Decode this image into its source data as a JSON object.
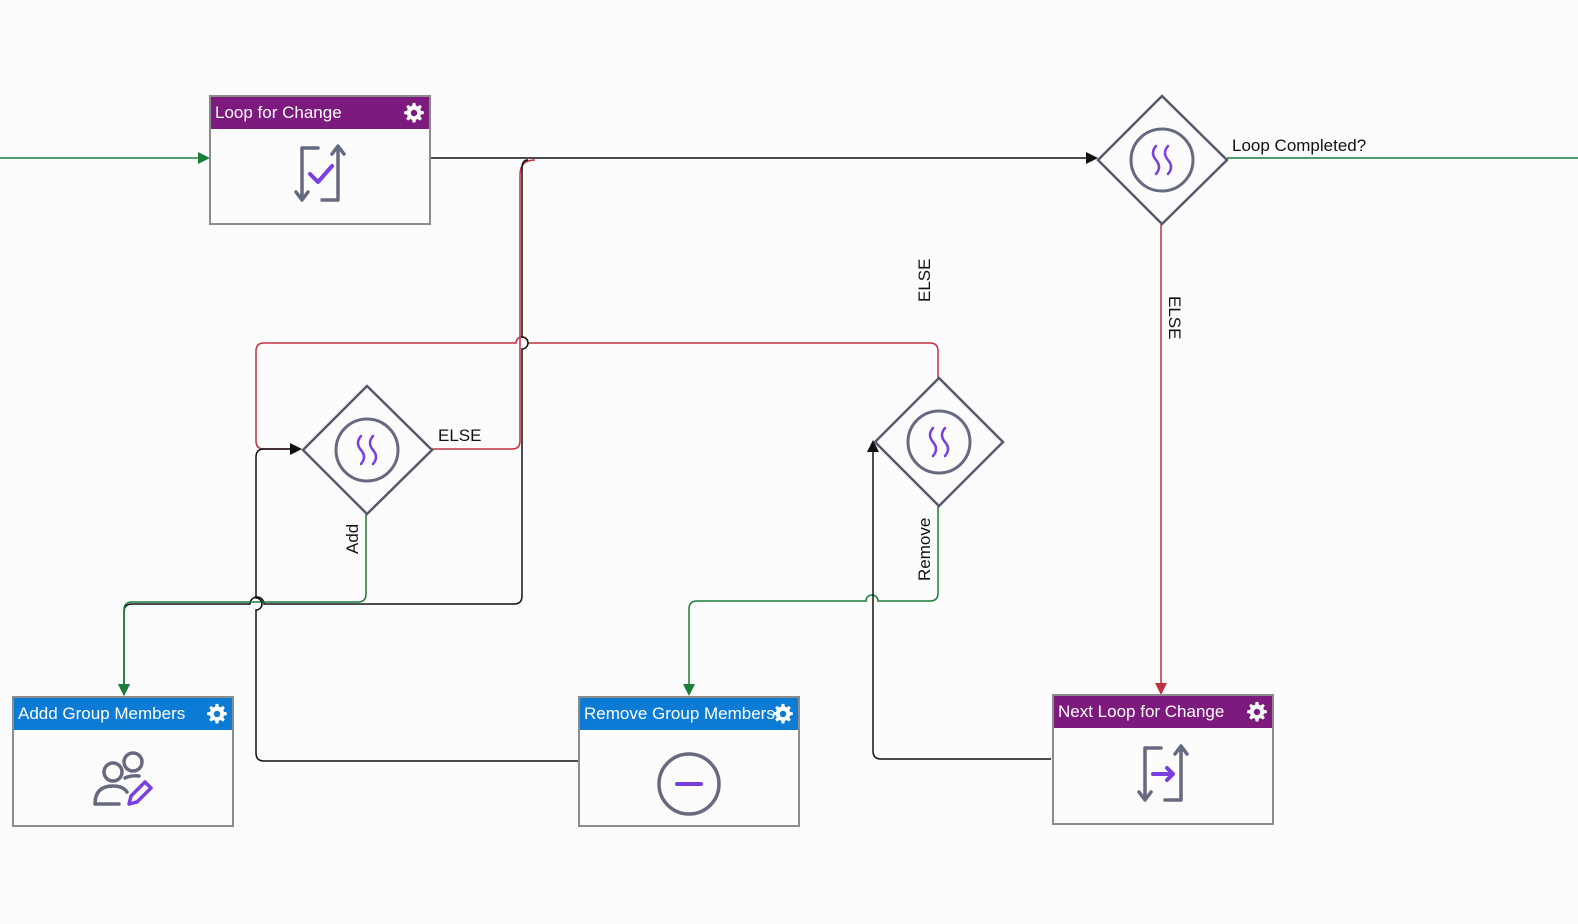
{
  "colors": {
    "purple_header": "#7d1a7d",
    "blue_header": "#0c7bd6",
    "green_line": "#1a7d3a",
    "red_line": "#c03040",
    "black_line": "#111111",
    "icon_gray": "#666a7e",
    "icon_purple": "#7b3fe0"
  },
  "nodes": {
    "loop_for_change": {
      "title": "Loop for Change",
      "icon": "loop-check-icon"
    },
    "add_group_members": {
      "title": "Addd Group Members",
      "icon": "users-edit-icon"
    },
    "remove_group_members": {
      "title": "Remove Group Members",
      "icon": "minus-circle-icon"
    },
    "next_loop_for_change": {
      "title": "Next Loop for Change",
      "icon": "loop-next-icon"
    }
  },
  "decisions": {
    "loop_completed": {
      "label": "Loop Completed?",
      "icon": "wave-icon"
    },
    "add_decision": {
      "icon": "wave-icon"
    },
    "remove_decision": {
      "icon": "wave-icon"
    }
  },
  "edge_labels": {
    "else_top": "ELSE",
    "else_loop_completed": "ELSE",
    "else_add": "ELSE",
    "add": "Add",
    "remove": "Remove"
  }
}
